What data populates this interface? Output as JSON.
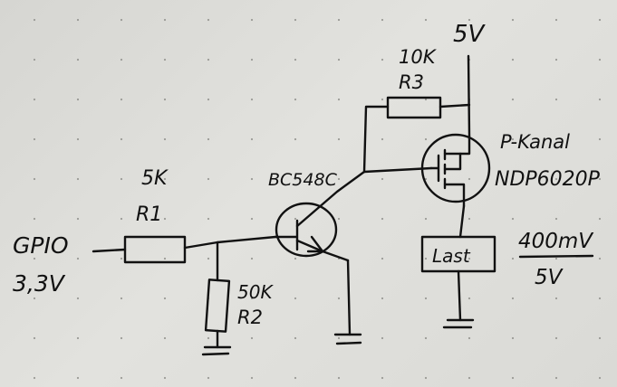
{
  "labels": {
    "supply": "5V",
    "r3_value": "10K",
    "r3_name": "R3",
    "fet_type": "P-Kanal",
    "fet_part": "NDP6020P",
    "transistor": "BC548C",
    "r1_value": "5K",
    "r1_name": "R1",
    "input_name": "GPIO",
    "input_voltage": "3,3V",
    "r2_value": "50K",
    "r2_name": "R2",
    "load": "Last",
    "load_top": "400mV",
    "load_bottom": "5V"
  }
}
